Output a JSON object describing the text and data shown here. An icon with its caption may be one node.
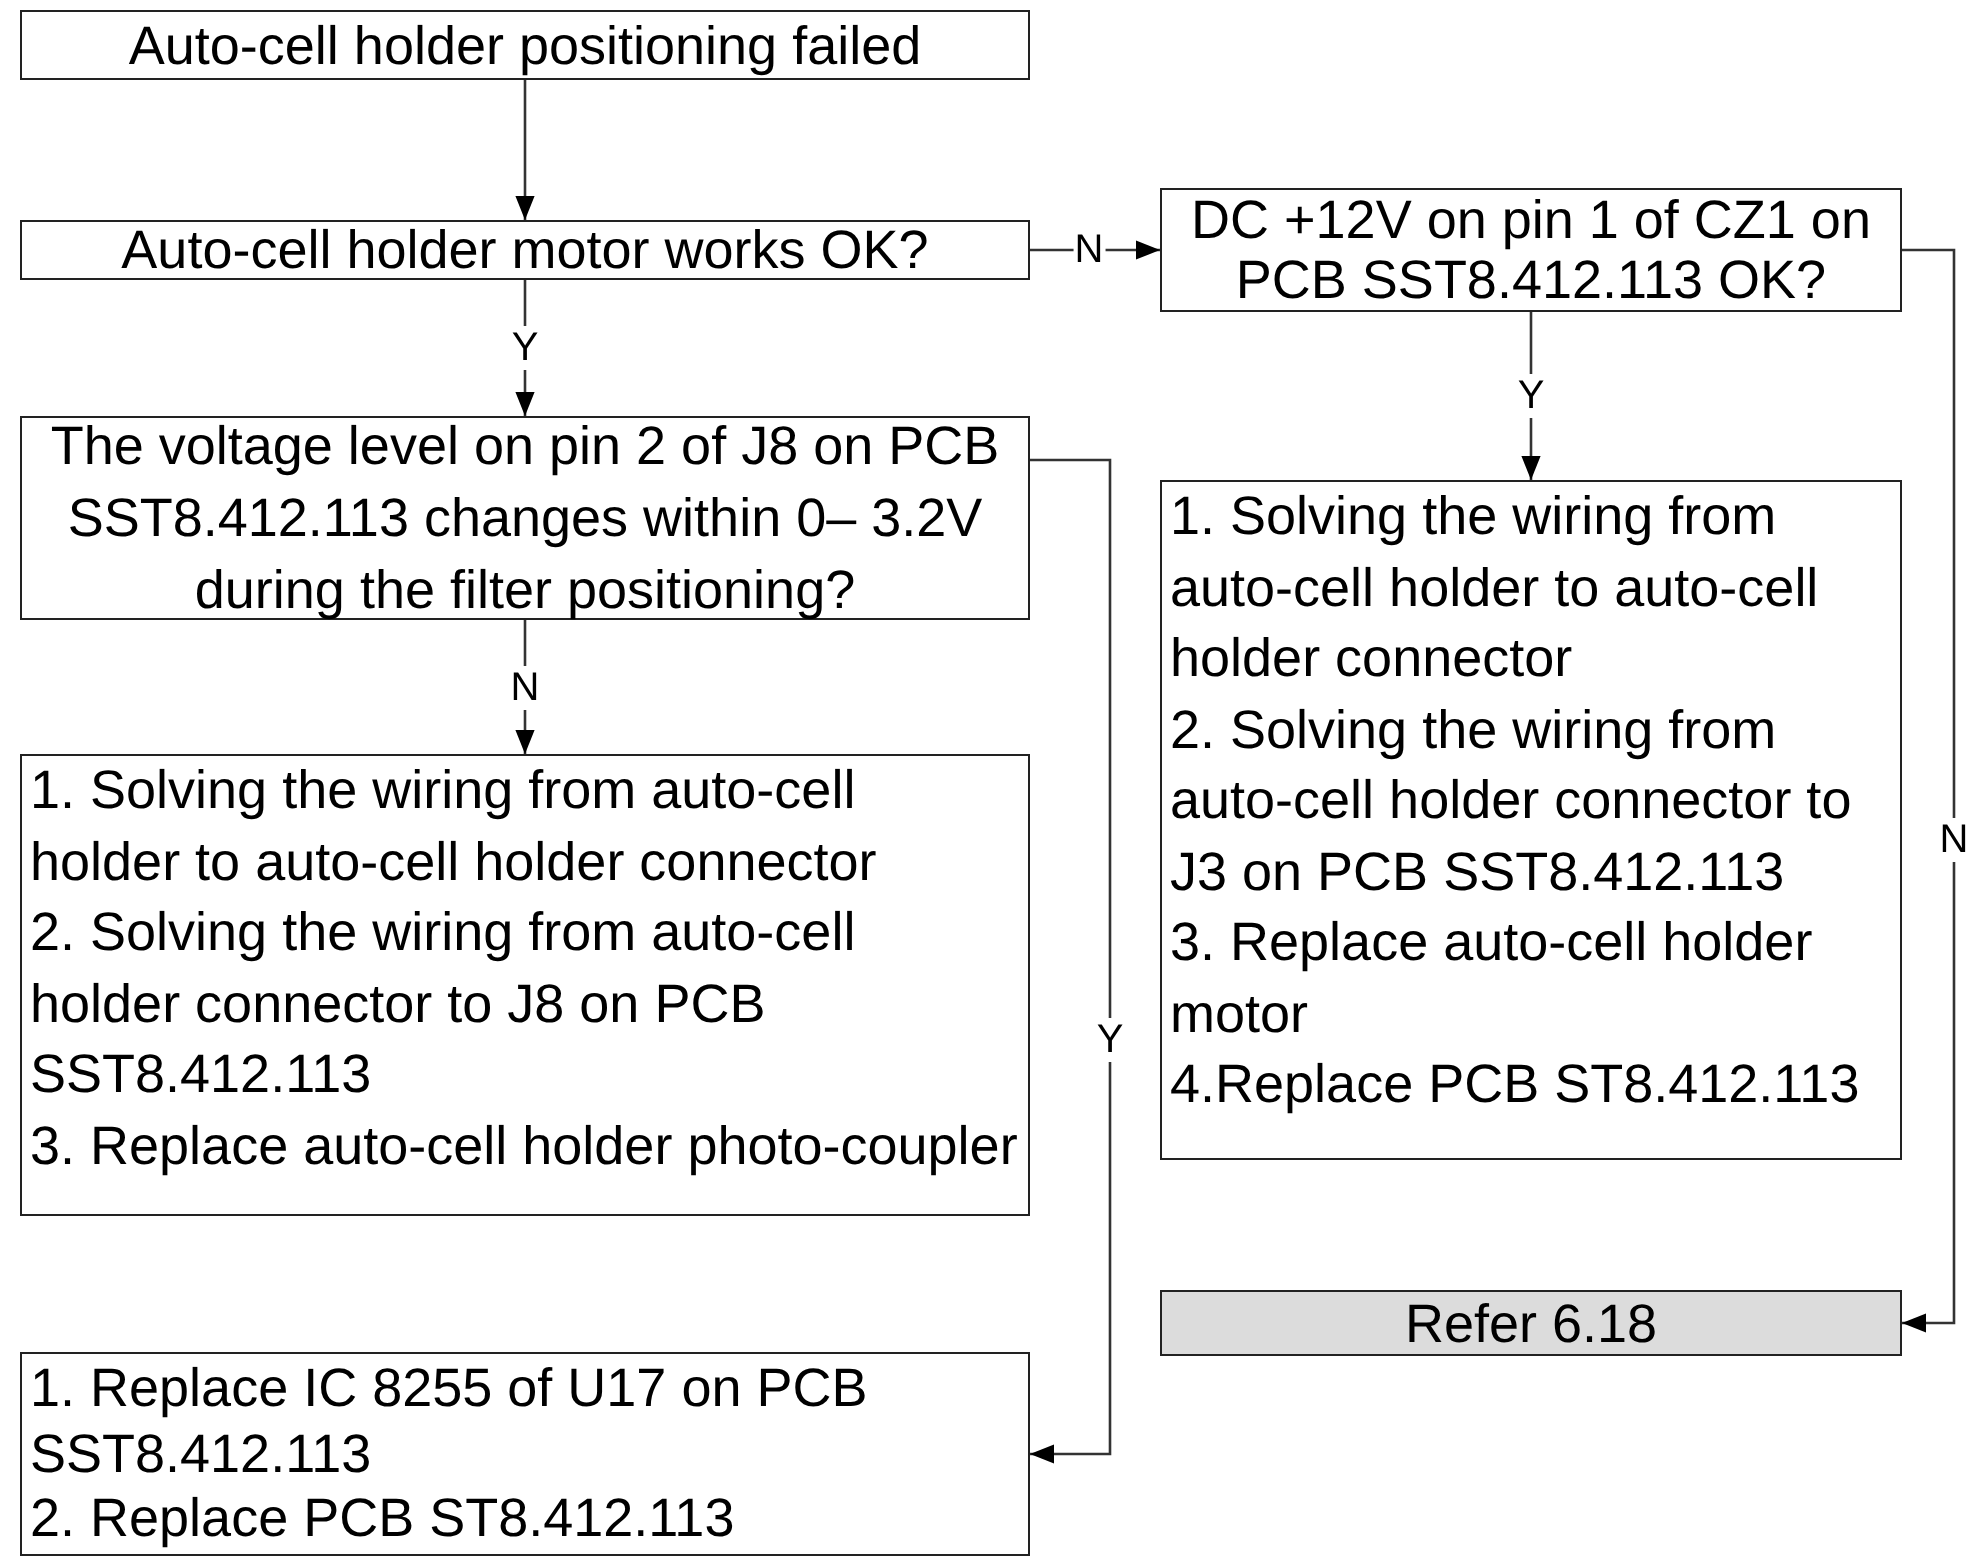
{
  "diagram": {
    "nodes": [
      {
        "text": [
          "Auto-cell holder positioning failed"
        ]
      },
      {
        "text": [
          "Auto-cell  holder motor works OK?"
        ]
      },
      {
        "text": [
          "The voltage level on pin 2 of J8 on PCB SST8.412.113 changes within 0– 3.2V during the filter positioning?"
        ]
      },
      {
        "text": [
          "1. Solving the wiring from auto-cell holder to auto-cell holder connector",
          "2. Solving the wiring from auto-cell holder connector to J8 on PCB SST8.412.113",
          "3. Replace auto-cell holder photo-coupler"
        ]
      },
      {
        "text": [
          "1. Replace IC 8255 of U17 on PCB SST8.412.113",
          "2. Replace PCB ST8.412.113"
        ]
      },
      {
        "text": [
          "DC +12V on pin 1 of CZ1 on PCB SST8.412.113 OK?"
        ]
      },
      {
        "text": [
          "1. Solving the wiring from auto-cell holder to auto-cell holder connector",
          "2. Solving the wiring from auto-cell holder connector to J3 on PCB SST8.412.113",
          "3. Replace auto-cell holder motor",
          "4.Replace PCB ST8.412.113"
        ]
      },
      {
        "text": [
          "Refer 6.18"
        ]
      }
    ],
    "edges": [
      {
        "from": 0,
        "to": 1,
        "arrow": "to"
      },
      {
        "from": 1,
        "to": 5,
        "arrow": "to",
        "label": "N"
      },
      {
        "from": 1,
        "to": 2,
        "arrow": "to",
        "label": "Y"
      },
      {
        "from": 2,
        "to": 3,
        "arrow": "to",
        "label": "N"
      },
      {
        "from": 2,
        "to": 4,
        "arrow": "to",
        "label": "Y"
      },
      {
        "from": 5,
        "to": 6,
        "arrow": "to",
        "label": "Y"
      },
      {
        "from": 5,
        "to": 7,
        "arrow": "to",
        "label": "N"
      }
    ]
  }
}
